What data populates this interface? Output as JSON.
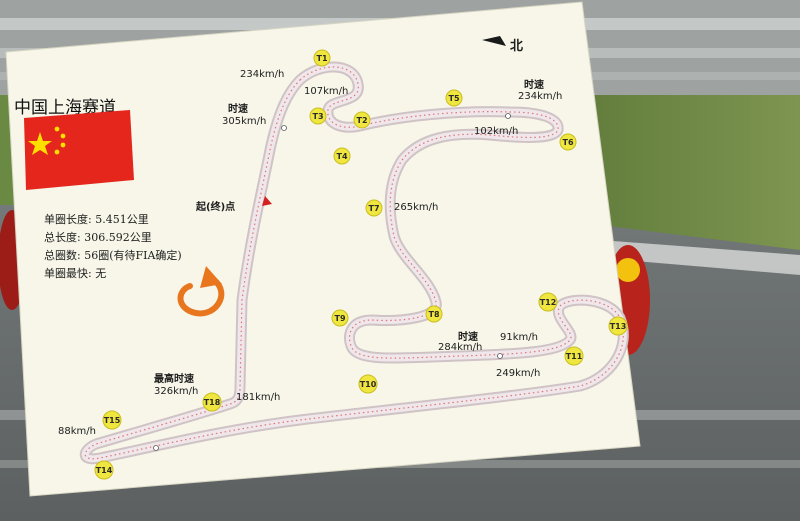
{
  "title": "中国上海赛道",
  "north_label": "北",
  "start_finish": "起(终)点",
  "top_speed": "最高时速",
  "time_speed": "时速",
  "info": [
    "单圈长度: 5.451公里",
    "总长度: 306.592公里",
    "总圈数: 56圈(有待FIA确定)",
    "单圈最快: 无"
  ],
  "speeds": {
    "s234a": "234km/h",
    "s305": "305km/h",
    "s107": "107km/h",
    "s234b": "234km/h",
    "s102": "102km/h",
    "s265": "265km/h",
    "s284": "284km/h",
    "s91": "91km/h",
    "s249": "249km/h",
    "s326": "326km/h",
    "s181": "181km/h",
    "s88": "88km/h"
  },
  "turns": [
    "T1",
    "T2",
    "T3",
    "T4",
    "T5",
    "T6",
    "T7",
    "T8",
    "T9",
    "T10",
    "T11",
    "T12",
    "T13",
    "T14",
    "T15",
    "T18"
  ],
  "colors": {
    "flag_red": "#e4261c",
    "flag_star": "#ffde00",
    "track": "#e9dde0",
    "turn_marker": "#f0e640",
    "arrow": "#e8761e",
    "card": "#f7f6e9"
  }
}
